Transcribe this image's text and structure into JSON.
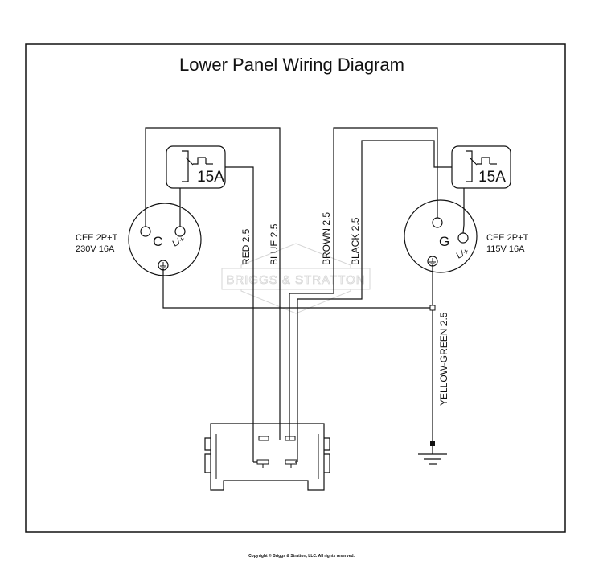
{
  "title": "Lower Panel Wiring Diagram",
  "left_socket": {
    "line1": "CEE 2P+T",
    "line2": "230V  16A",
    "pin_label": "L/+",
    "center_label": "C"
  },
  "right_socket": {
    "line1": "CEE 2P+T",
    "line2": "115V  16A",
    "pin_label": "L/+",
    "center_label": "G"
  },
  "left_breaker": {
    "rating": "15A"
  },
  "right_breaker": {
    "rating": "15A"
  },
  "wires": {
    "red": "RED  2.5",
    "blue": "BLUE  2.5",
    "brown": "BROWN  2.5",
    "black": "BLACK  2.5",
    "ground": "YELLOW-GREEN  2.5"
  },
  "watermark": "BRIGGS & STRATTON",
  "copyright": "Copyright © Briggs & Stratton, LLC. All rights reserved.",
  "colors": {
    "ink": "#111111",
    "watermark": "#d6d6d6",
    "background": "#ffffff"
  },
  "icons": [
    "ground-icon",
    "earth-ground-icon",
    "breaker-switch-icon",
    "terminal-block-icon"
  ]
}
